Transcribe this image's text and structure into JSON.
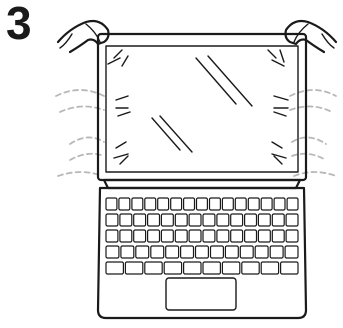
{
  "step": {
    "number": "3"
  },
  "keyboard": {
    "rows": [
      15,
      14,
      14,
      13,
      10
    ]
  }
}
